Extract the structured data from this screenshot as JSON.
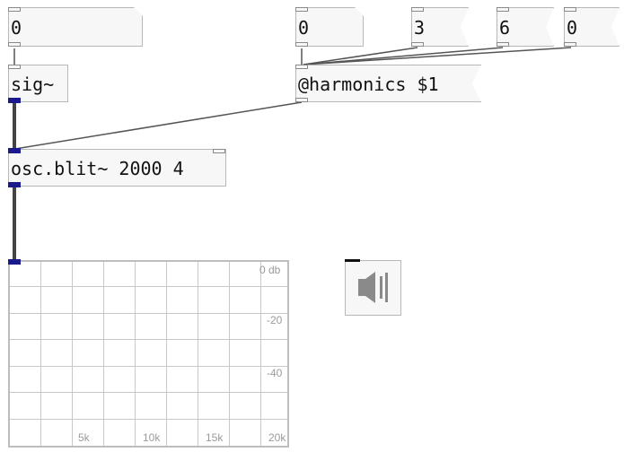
{
  "patch": {
    "floatatom_1": {
      "value": "0"
    },
    "floatatom_2": {
      "value": "0"
    },
    "floatatom_3": {
      "value": "3"
    },
    "floatatom_4": {
      "value": "6"
    },
    "floatatom_5": {
      "value": "0"
    },
    "sig_object": {
      "text": "sig~"
    },
    "harmonics_message": {
      "text": "@harmonics $1"
    },
    "osc_object": {
      "text": "osc.blit~ 2000 4"
    }
  },
  "spectroscope": {
    "db_labels": [
      "0 db",
      "-20",
      "-40"
    ],
    "freq_labels": [
      "5k",
      "10k",
      "15k",
      "20k"
    ]
  },
  "dac": {
    "icon": "speaker-icon"
  },
  "colors": {
    "signal_port": "#1a1a8c",
    "box_border": "#b8b8b8",
    "box_fill": "#f7f7f8"
  }
}
